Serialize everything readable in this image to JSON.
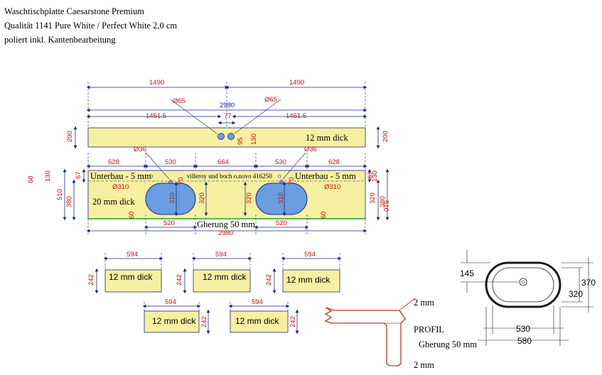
{
  "header": {
    "line1": "Waschtischplatte Caesarstone Premium",
    "line2": "Qualität 1141 Pure White / Perfect White 2,0 cm",
    "line3": "poliert inkl. Kantenbearbeitung"
  },
  "top_strip": {
    "dims": {
      "left_1490": "1490",
      "right_1490": "1490",
      "total_2980": "2980",
      "left_1451": "1451.5",
      "right_1451": "1451.5",
      "gap_77": "77",
      "height_200_left": "200",
      "height_200_right": "200",
      "dia_left": "Ø65",
      "dia_right": "Ø65",
      "small_130": "130",
      "small_95": "95"
    },
    "thickness": "12 mm dick"
  },
  "main_panel": {
    "dims": {
      "d628_left": "628",
      "d530_left": "530",
      "d664": "664",
      "d530_right": "530",
      "d628_right": "628",
      "dia36_left": "Ø36",
      "dia36_right": "Ø36",
      "dia310_left": "Ø310",
      "dia310_right": "Ø310",
      "h510_left": "510",
      "h380_left": "380",
      "h510_right": "510",
      "h380_right": "380",
      "h130_left": "130",
      "h130_right": "130",
      "h67_left": "67",
      "h67_right": "67",
      "h68_left": "68",
      "h320_mid_left": "320",
      "h320_mid_right": "320",
      "h320_right": "320",
      "h310_left": "310",
      "h310_right": "310",
      "h70_left": "70",
      "h70_right": "70",
      "d520_left": "520",
      "d520_right": "520",
      "d2980": "2980",
      "h60_left": "60",
      "h60_right": "60"
    },
    "unterbau_left": "Unterbau - 5 mm",
    "unterbau_right": "Unterbau - 5 mm",
    "thickness": "20 mm dick",
    "sink_label": "villeroy und boch o.novo 416250",
    "gehrung": "Gherung 50 mm"
  },
  "small_pieces": [
    {
      "w": "594",
      "h": "242",
      "label": "12 mm dick"
    },
    {
      "w": "594",
      "h": "242",
      "label": "12 mm dick"
    },
    {
      "w": "594",
      "h": "242",
      "label": "12 mm dick"
    },
    {
      "w": "594",
      "h": "242",
      "label": "12 mm dick"
    },
    {
      "w": "594",
      "h": "242",
      "label": "12 mm dick"
    }
  ],
  "profile": {
    "top": "2 mm",
    "title": "PROFIL",
    "gehrung": "Gherung 50 mm",
    "bottom": "2 mm"
  },
  "basin_detail": {
    "d145": "145",
    "d370": "370",
    "d320": "320",
    "d530": "530",
    "d580": "580"
  },
  "colors": {
    "panel_fill": "#f7f0a0",
    "sink_fill": "#6a9ee0",
    "dim_line": "#1a2a88",
    "red_text": "#d01010",
    "profile_line": "#c83030"
  }
}
